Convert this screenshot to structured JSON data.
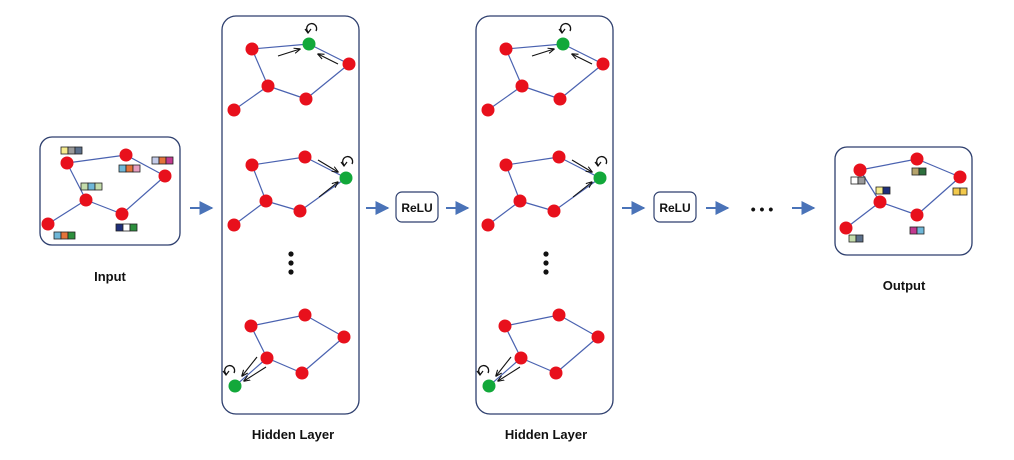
{
  "labels": {
    "input": "Input",
    "hidden_layer_1": "Hidden Layer",
    "hidden_layer_2": "Hidden Layer",
    "output": "Output",
    "relu_1": "ReLU",
    "relu_2": "ReLU",
    "vertical_ellipsis": "⋮",
    "horizontal_ellipsis": "• • •"
  },
  "colors": {
    "node_default": "#e8101c",
    "node_active": "#12a83a",
    "edge": "#4a62b0",
    "flow_arrow": "#4a73b8",
    "box_border": "#2e3f6e",
    "feature_palette": [
      "#f6ec8e",
      "#5b6f8a",
      "#9a9a9a",
      "#e4733a",
      "#6fb7d8",
      "#c4dcab",
      "#1f2f7a",
      "#e79ec0",
      "#2d8f3d",
      "#c23a8f",
      "#f2c94c",
      "#b5a36b"
    ]
  }
}
